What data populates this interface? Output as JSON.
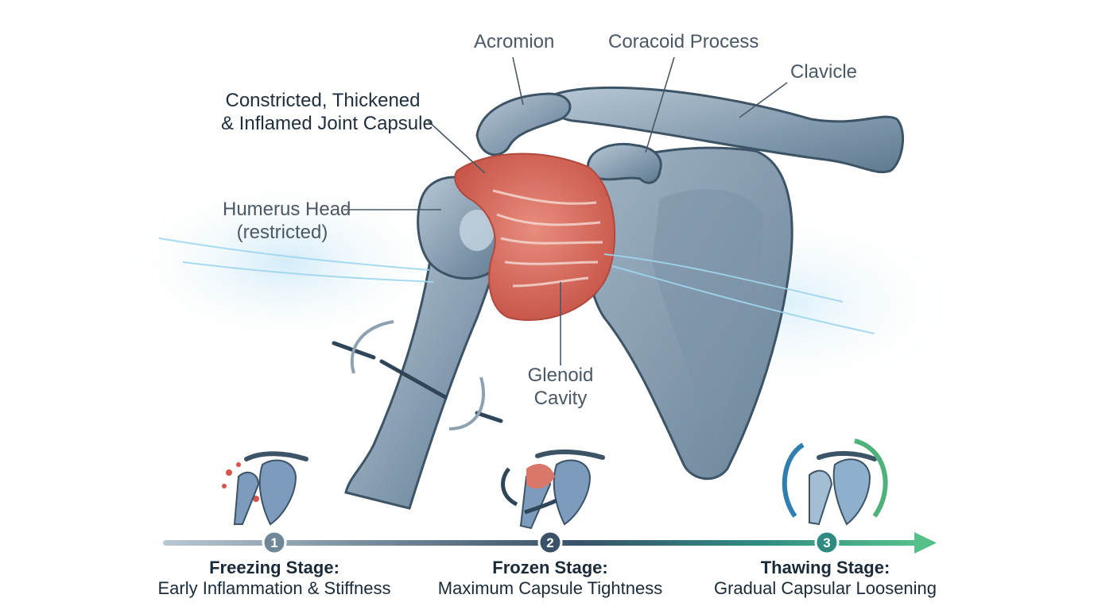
{
  "labels": {
    "acromion": "Acromion",
    "coracoid": "Coracoid Process",
    "clavicle": "Clavicle",
    "capsule_line1": "Constricted, Thickened",
    "capsule_line2": "& Inflamed Joint Capsule",
    "humerus_line1": "Humerus Head",
    "humerus_line2": "(restricted)",
    "glenoid_line1": "Glenoid",
    "glenoid_line2": "Cavity"
  },
  "stages": [
    {
      "number": "1",
      "title": "Freezing Stage:",
      "description": "Early Inflammation & Stiffness",
      "color": "#6f8797"
    },
    {
      "number": "2",
      "title": "Frozen Stage:",
      "description": "Maximum Capsule Tightness",
      "color": "#3a5268"
    },
    {
      "number": "3",
      "title": "Thawing Stage:",
      "description": "Gradual Capsular Loosening",
      "color": "#2f8a82"
    }
  ],
  "colors": {
    "bone": "#8fa6b8",
    "bone_outline": "#3d5466",
    "capsule": "#d9786a",
    "flow": "#9fd6ef",
    "timeline_end": "#56c08a"
  }
}
